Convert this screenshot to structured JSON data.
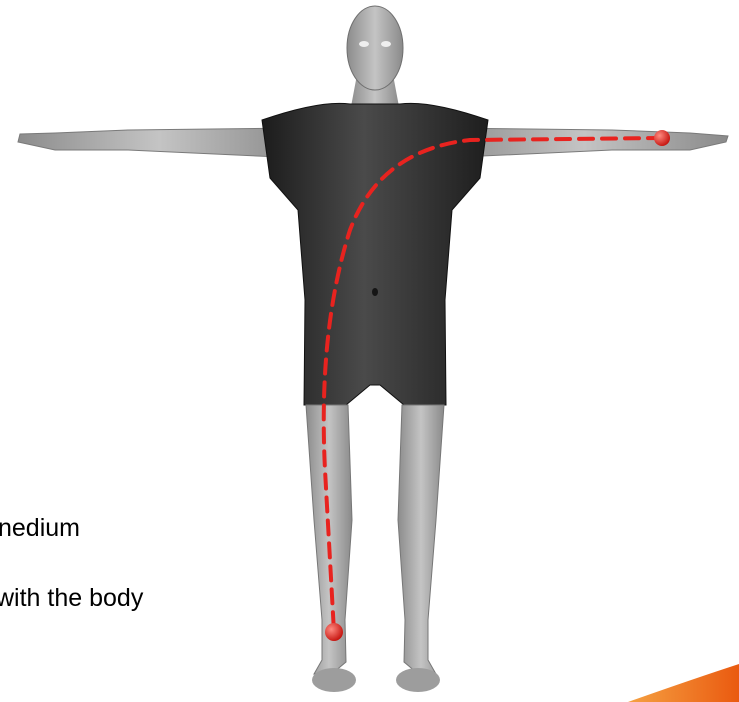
{
  "caption": {
    "line1": "nedium",
    "line2": "with the body"
  },
  "illustration": {
    "subject": "human body model, arms outstretched",
    "suit_color": "#2b2b2b",
    "skin_color": "#a9a9a9",
    "path_color": "#e8231f",
    "path_style": "dashed",
    "endpoints": [
      "left wrist",
      "right ankle"
    ]
  },
  "corner_accent_color": "#f07a1a"
}
